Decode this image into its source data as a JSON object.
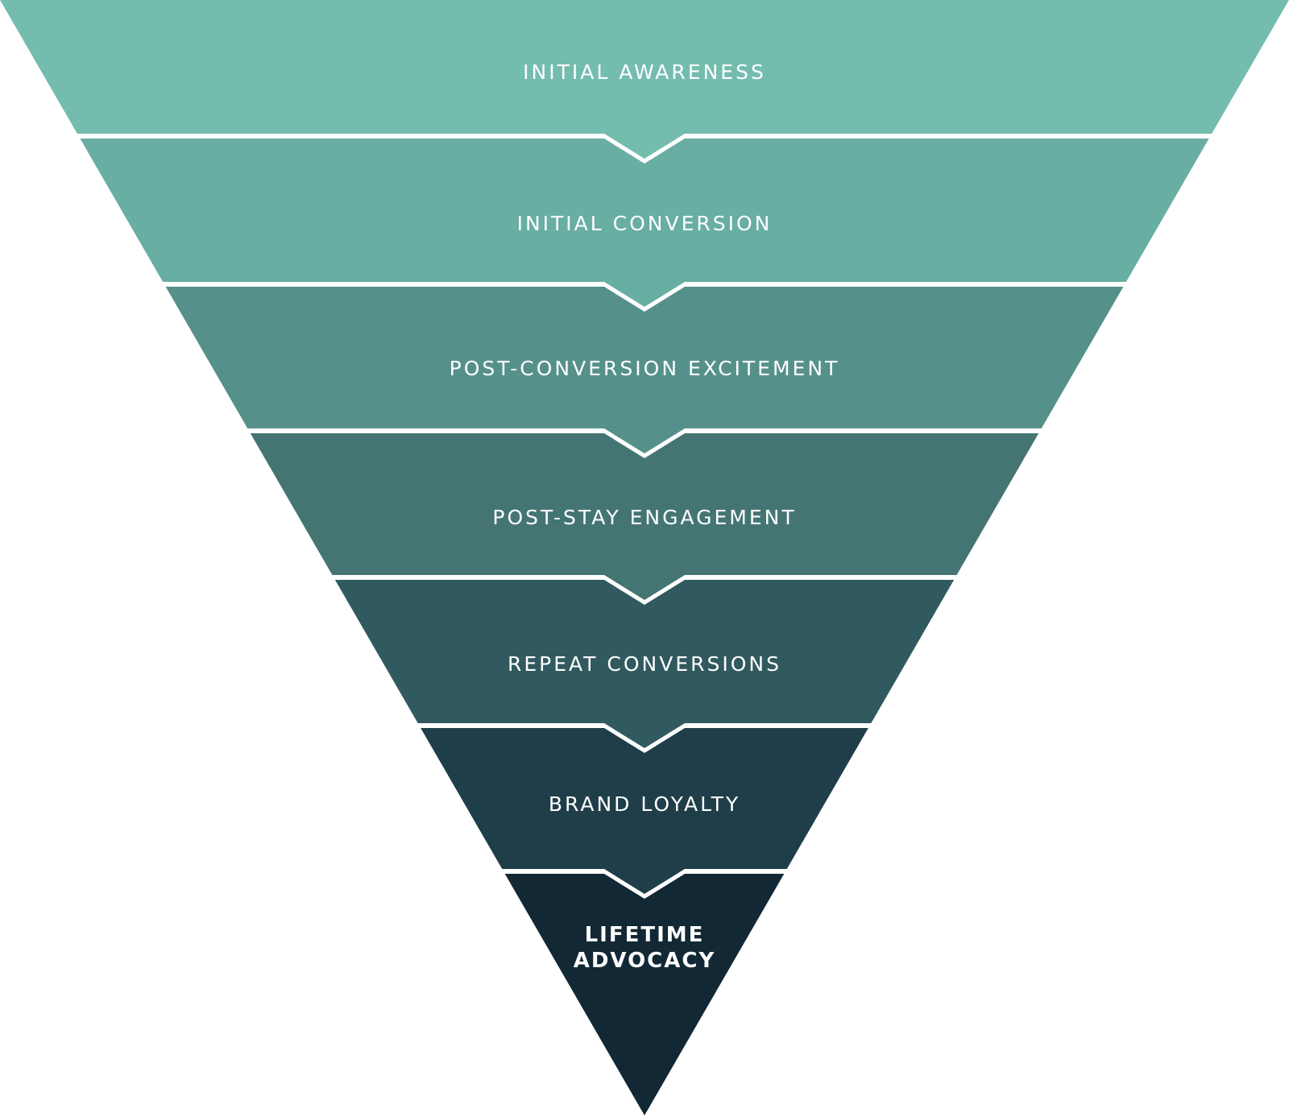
{
  "title": "Funnel stages",
  "stages": [
    {
      "label": "INITIAL AWARENESS",
      "color": "#74bdae"
    },
    {
      "label": "INITIAL CONVERSION",
      "color": "#68aea3"
    },
    {
      "label": "POST-CONVERSION EXCITEMENT",
      "color": "#55918a"
    },
    {
      "label": "POST-STAY ENGAGEMENT",
      "color": "#447573"
    },
    {
      "label": "REPEAT CONVERSIONS",
      "color": "#305a5f"
    },
    {
      "label": "BRAND LOYALTY",
      "color": "#1f3e4a"
    },
    {
      "label_line1": "LIFETIME",
      "label_line2": "ADVOCACY",
      "color": "#122835"
    }
  ]
}
